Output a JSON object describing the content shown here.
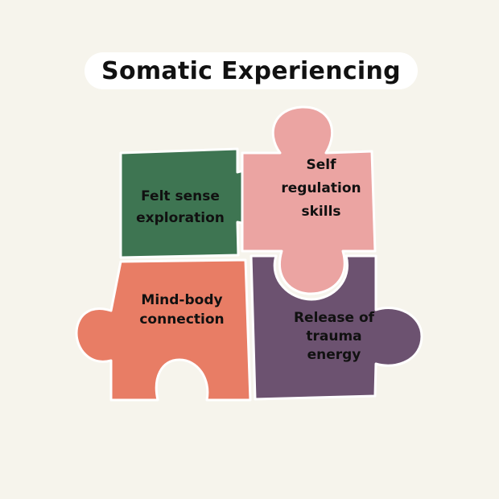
{
  "title": "Somatic Experiencing",
  "pieces": [
    {
      "name": "felt-sense",
      "lines": [
        "Felt sense",
        "exploration"
      ],
      "color": "#3e7552"
    },
    {
      "name": "self-regulation",
      "lines": [
        "Self",
        "regulation",
        "skills"
      ],
      "color": "#eba4a2"
    },
    {
      "name": "mind-body",
      "lines": [
        "Mind-body",
        "connection"
      ],
      "color": "#e87d65"
    },
    {
      "name": "trauma-release",
      "lines": [
        "Release of",
        "trauma",
        "energy"
      ],
      "color": "#6c5270"
    }
  ]
}
